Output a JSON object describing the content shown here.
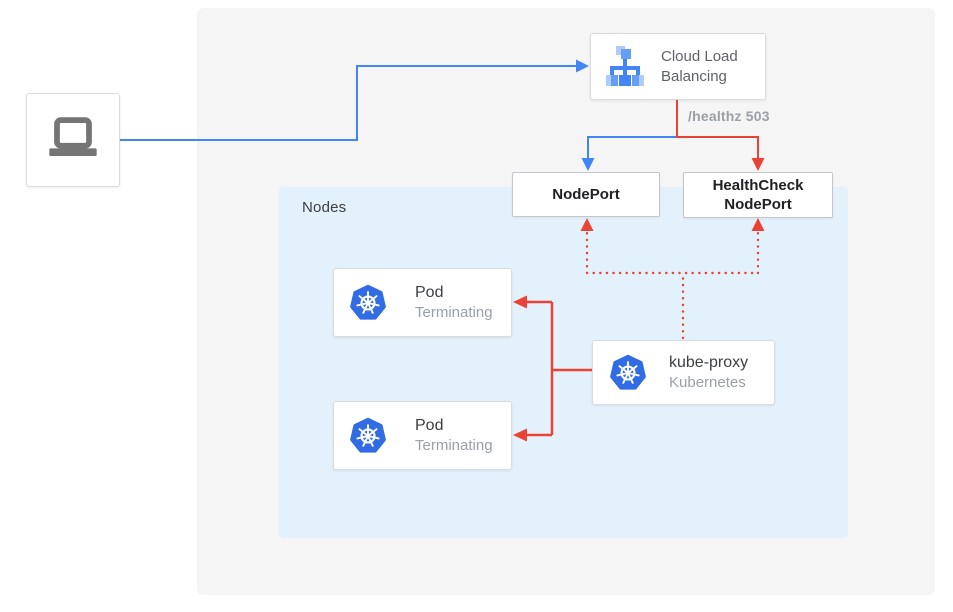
{
  "client": {
    "icon": "laptop-icon"
  },
  "cloud_lb": {
    "label": "Cloud Load Balancing",
    "icon": "load-balancer-icon"
  },
  "healthz": {
    "label": "/healthz 503"
  },
  "nodeport": {
    "label": "NodePort"
  },
  "healthcheck_nodeport": {
    "label": "HealthCheck NodePort"
  },
  "nodes_group": {
    "label": "Nodes"
  },
  "pods": [
    {
      "title": "Pod",
      "status": "Terminating",
      "icon": "kubernetes-icon"
    },
    {
      "title": "Pod",
      "status": "Terminating",
      "icon": "kubernetes-icon"
    }
  ],
  "kube_proxy": {
    "title": "kube-proxy",
    "subtitle": "Kubernetes",
    "icon": "kubernetes-icon"
  },
  "colors": {
    "traffic_blue": "#4285f4",
    "health_red": "#ea4335",
    "nodes_bg": "#e3f1fc",
    "panel_bg": "#f5f5f5",
    "card_border": "#dadce0",
    "title_text": "#3c4043",
    "muted_text": "#9aa0a6",
    "bold_text": "#202124",
    "kubernetes_blue": "#326ce5",
    "laptop_gray": "#757575"
  }
}
